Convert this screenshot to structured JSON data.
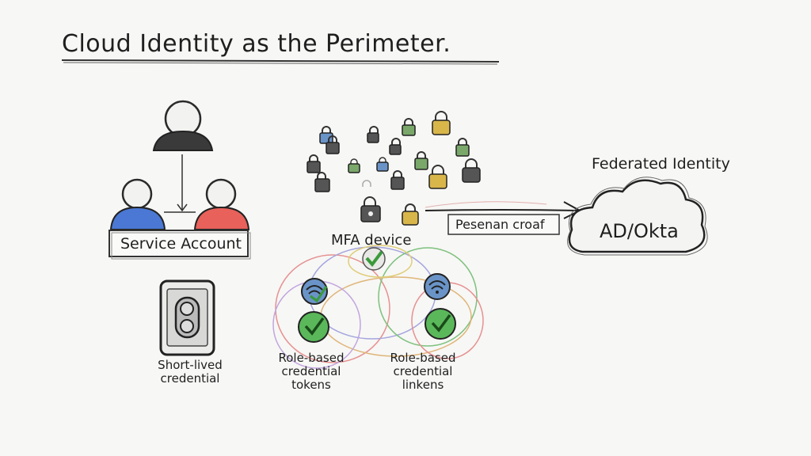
{
  "title": "Cloud Identity as the Perimeter.",
  "nodes": {
    "service_account": "Service Account",
    "short_lived": [
      "Short-lived",
      "credential"
    ],
    "mfa_device": "MFA device",
    "role_left": [
      "Role-based",
      "credential",
      "tokens"
    ],
    "role_right": [
      "Role-based",
      "credential",
      "linkens"
    ],
    "federated_identity": "Federated Identity",
    "cloud": "AD/Okta",
    "arrow_label": "Pesenan croaf"
  },
  "colors": {
    "blue_person": "#4a78d4",
    "red_person": "#e8615a",
    "dark_person": "#3a3a3a",
    "lock_gray": "#555555",
    "lock_green": "#7aa86a",
    "lock_gold": "#d8b64a",
    "lock_blue": "#6a94c8",
    "check_green": "#3a9a3a"
  }
}
